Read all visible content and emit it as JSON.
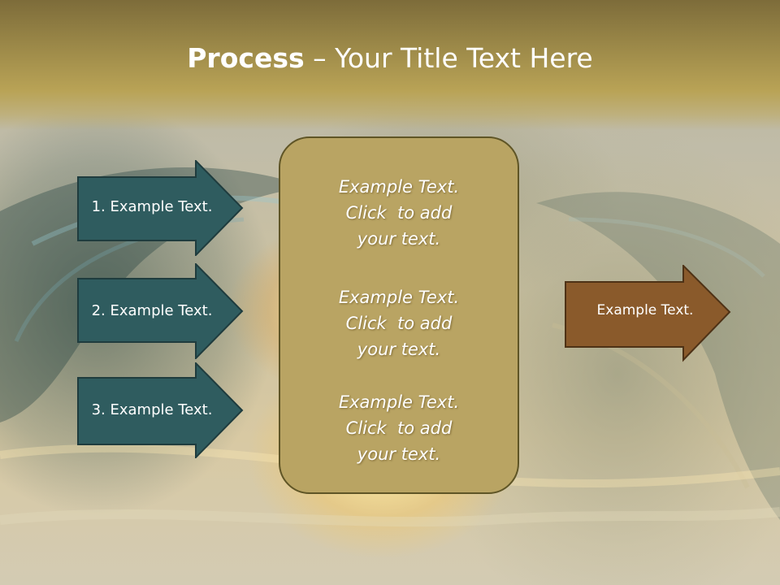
{
  "title": {
    "bold": "Process",
    "rest": " – Your Title Text Here"
  },
  "left_arrows": [
    {
      "label": "1. Example Text."
    },
    {
      "label": "2. Example Text."
    },
    {
      "label": "3. Example Text."
    }
  ],
  "center_box": {
    "paragraphs": [
      {
        "lines": [
          "Example Text.",
          "Click  to add",
          "your text."
        ]
      },
      {
        "lines": [
          "Example Text.",
          "Click  to add",
          "your text."
        ]
      },
      {
        "lines": [
          "Example Text.",
          "Click  to add",
          "your text."
        ]
      }
    ]
  },
  "right_arrow": {
    "label": "Example Text."
  },
  "colors": {
    "left_arrow_fill": "#2f5c5f",
    "left_arrow_border": "#1f3c3e",
    "center_box_fill": "#b9a463",
    "center_box_border": "#5f5526",
    "right_arrow_fill": "#8a5a2b",
    "right_arrow_border": "#4e3216",
    "title_band": "#9b8848",
    "text": "#ffffff"
  }
}
